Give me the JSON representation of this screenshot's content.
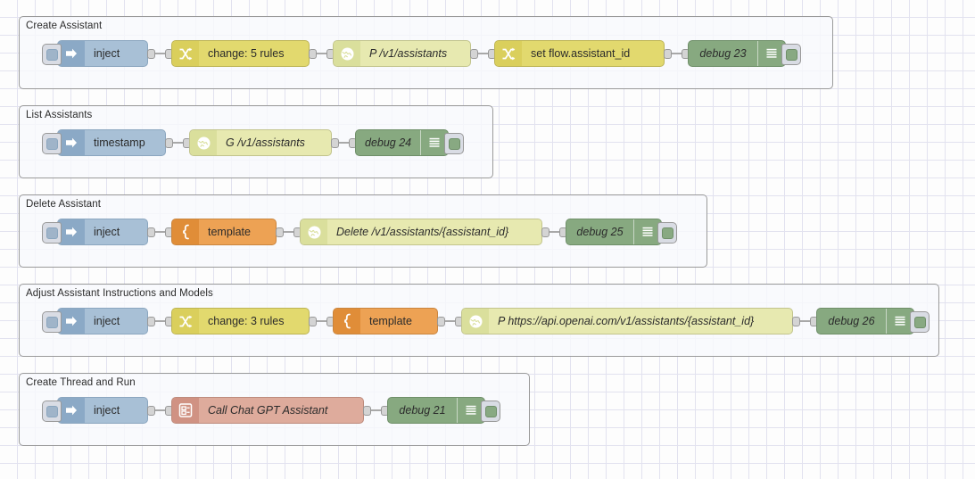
{
  "app": {
    "name": "Node-RED flow editor canvas"
  },
  "canvas": {
    "grid_size": 20,
    "background_color": "#fdfdfd",
    "grid_color": "#e2e2ef"
  },
  "palette": {
    "inject": "#a8c0d6",
    "change": "#e2d96e",
    "http": "#e7e9b0",
    "template": "#eda254",
    "debug": "#87a980",
    "gpt": "#deab9c",
    "group_border": "#9a9a9a"
  },
  "groups": [
    {
      "id": "create-assistant",
      "label": "Create Assistant",
      "nodes": [
        {
          "type": "inject",
          "label": "inject",
          "icon": "inject-arrow-icon",
          "italic": false
        },
        {
          "type": "change",
          "label": "change: 5 rules",
          "icon": "change-shuffle-icon",
          "italic": false
        },
        {
          "type": "http",
          "label": "P /v1/assistants",
          "icon": "globe-icon",
          "italic": true
        },
        {
          "type": "change",
          "label": "set flow.assistant_id",
          "icon": "change-shuffle-icon",
          "italic": false
        },
        {
          "type": "debug",
          "label": "debug 23",
          "icon": "debug-lines-icon",
          "italic": true
        }
      ]
    },
    {
      "id": "list-assistants",
      "label": "List Assistants",
      "nodes": [
        {
          "type": "inject",
          "label": "timestamp",
          "icon": "inject-arrow-icon",
          "italic": false
        },
        {
          "type": "http",
          "label": "G /v1/assistants",
          "icon": "globe-icon",
          "italic": true
        },
        {
          "type": "debug",
          "label": "debug 24",
          "icon": "debug-lines-icon",
          "italic": true
        }
      ]
    },
    {
      "id": "delete-assistant",
      "label": "Delete Assistant",
      "nodes": [
        {
          "type": "inject",
          "label": "inject",
          "icon": "inject-arrow-icon",
          "italic": false
        },
        {
          "type": "template",
          "label": "template",
          "icon": "template-brace-icon",
          "italic": false
        },
        {
          "type": "http",
          "label": "Delete /v1/assistants/{assistant_id}",
          "icon": "globe-icon",
          "italic": true
        },
        {
          "type": "debug",
          "label": "debug 25",
          "icon": "debug-lines-icon",
          "italic": true
        }
      ]
    },
    {
      "id": "adjust-assistant",
      "label": "Adjust Assistant Instructions and Models",
      "nodes": [
        {
          "type": "inject",
          "label": "inject",
          "icon": "inject-arrow-icon",
          "italic": false
        },
        {
          "type": "change",
          "label": "change: 3 rules",
          "icon": "change-shuffle-icon",
          "italic": false
        },
        {
          "type": "template",
          "label": "template",
          "icon": "template-brace-icon",
          "italic": false
        },
        {
          "type": "http",
          "label": "P https://api.openai.com/v1/assistants/{assistant_id}",
          "icon": "globe-icon",
          "italic": true
        },
        {
          "type": "debug",
          "label": "debug 26",
          "icon": "debug-lines-icon",
          "italic": true
        }
      ]
    },
    {
      "id": "create-thread-and-run",
      "label": "Create Thread and Run",
      "nodes": [
        {
          "type": "inject",
          "label": "inject",
          "icon": "inject-arrow-icon",
          "italic": false
        },
        {
          "type": "gpt",
          "label": "Call Chat GPT Assistant",
          "icon": "chatgpt-list-icon",
          "italic": true
        },
        {
          "type": "debug",
          "label": "debug 21",
          "icon": "debug-lines-icon",
          "italic": true
        }
      ]
    }
  ]
}
